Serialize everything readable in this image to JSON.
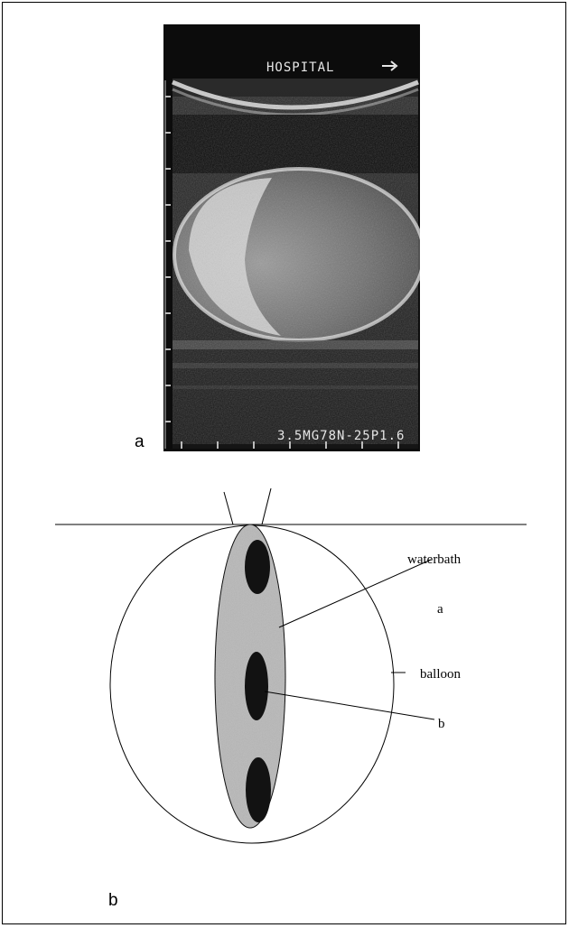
{
  "panel_a": {
    "label": "a",
    "ultrasound": {
      "top_text": "HOSPITAL",
      "arrow_icon": "right-arrow-icon",
      "bottom_text": "3.5MG78N-25P1.6"
    }
  },
  "panel_b": {
    "label": "b",
    "diagram_labels": {
      "waterbath": "waterbath",
      "a": "a",
      "balloon": "balloon",
      "b": "b"
    }
  }
}
